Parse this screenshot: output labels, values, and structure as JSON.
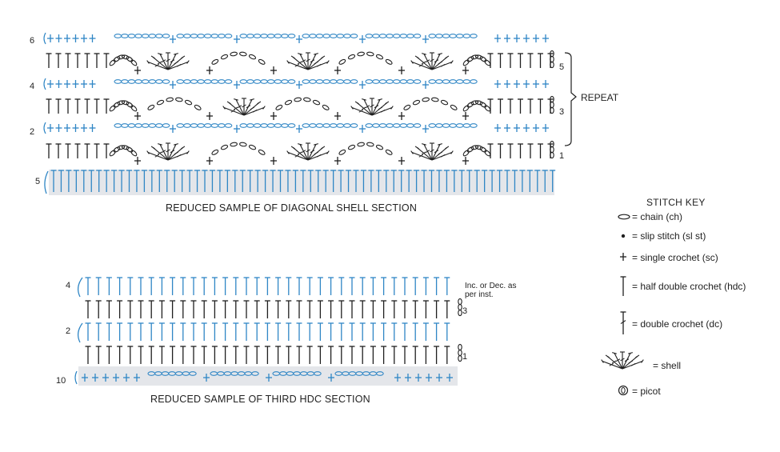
{
  "colors": {
    "blue": "#2f86c5",
    "ink": "#1f1f1f",
    "foundation_fill": "#e4e6ea"
  },
  "top_chart": {
    "caption": "REDUCED SAMPLE OF DIAGONAL SHELL SECTION",
    "repeat_label": "REPEAT",
    "left_row_numbers": [
      "6",
      "4",
      "2",
      "5"
    ],
    "right_row_numbers": [
      "5",
      "3",
      "1"
    ]
  },
  "bottom_chart": {
    "caption": "REDUCED SAMPLE OF THIRD HDC SECTION",
    "note": "Inc. or Dec. as per inst.",
    "left_row_numbers": [
      "4",
      "2",
      "10"
    ],
    "right_row_numbers": [
      "3",
      "1"
    ]
  },
  "stitch_key": {
    "title": "STITCH KEY",
    "items": [
      {
        "symbol": "chain-icon",
        "text": "= chain (ch)"
      },
      {
        "symbol": "slip-stitch-icon",
        "text": "= slip stitch (sl st)"
      },
      {
        "symbol": "single-crochet-icon",
        "text": "= single crochet (sc)"
      },
      {
        "symbol": "half-double-crochet-icon",
        "text": "= half double crochet (hdc)"
      },
      {
        "symbol": "double-crochet-icon",
        "text": "= double crochet (dc)"
      },
      {
        "symbol": "shell-icon",
        "text": "= shell"
      },
      {
        "symbol": "picot-icon",
        "text": "= picot"
      }
    ]
  }
}
